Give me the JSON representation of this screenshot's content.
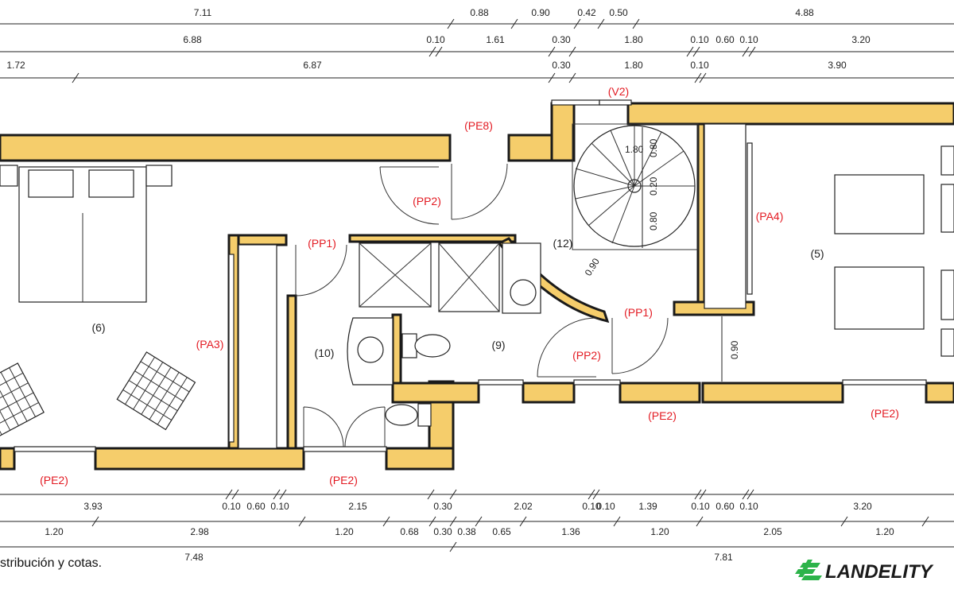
{
  "top_dims": {
    "row1": [
      "7.11",
      "0.88",
      "0.90",
      "0.42",
      "0.50",
      "4.88"
    ],
    "row2": [
      "6.88",
      "0.10",
      "1.61",
      "0.30",
      "1.80",
      "0.10",
      "0.60",
      "0.10",
      "3.20"
    ],
    "row3": [
      "1.72",
      "6.87",
      "0.30",
      "1.80",
      "0.10",
      "3.90"
    ]
  },
  "bottom_dims": {
    "row1": [
      "3.93",
      "0.10",
      "0.60",
      "0.10",
      "2.15",
      "0.30",
      "2.02",
      "0.10",
      "0.10",
      "1.39",
      "0.10",
      "0.60",
      "0.10",
      "3.20"
    ],
    "row2": [
      "1.20",
      "2.98",
      "1.20",
      "0.68",
      "0.30",
      "0.38",
      "0.65",
      "1.36",
      "1.20",
      "2.05",
      "1.20"
    ],
    "row3": [
      "7.48",
      "7.81"
    ]
  },
  "inner_dims": [
    "1.80",
    "0.80",
    "0.20",
    "0.80",
    "0.90",
    "0.90"
  ],
  "openings": {
    "v2": "(V2)",
    "pe8": "(PE8)",
    "pp2_top": "(PP2)",
    "pp1_left": "(PP1)",
    "pp1_right": "(PP1)",
    "pp2_bottom": "(PP2)",
    "pa3": "(PA3)",
    "pa4": "(PA4)",
    "pe2_a": "(PE2)",
    "pe2_b": "(PE2)",
    "pe2_c": "(PE2)",
    "pe2_d": "(PE2)"
  },
  "rooms": {
    "r6": "(6)",
    "r10": "(10)",
    "r9": "(9)",
    "r12": "(12)",
    "r5": "(5)"
  },
  "caption": "stribución y cotas.",
  "brand": "LANDELITY",
  "colors": {
    "wall": "#f5cd6b",
    "label": "#e31b23",
    "brand_green": "#2db34a"
  },
  "icons": [
    "tick-mark-icon",
    "stair-icon",
    "bed-icon",
    "chair-icon",
    "toilet-icon",
    "sink-icon",
    "shower-icon",
    "landelity-logo-icon"
  ]
}
